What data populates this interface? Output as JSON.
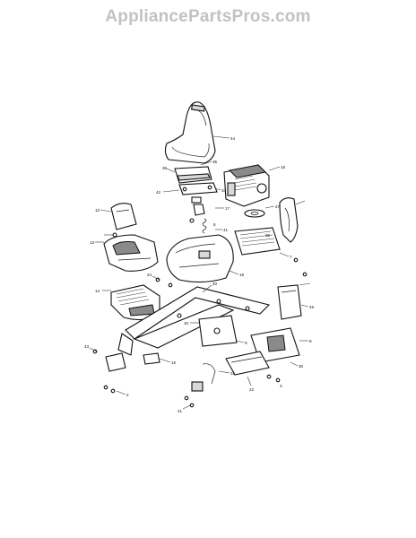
{
  "watermark": "AppliancePartsPros.com",
  "callouts": {
    "c44": "44",
    "c35": "35",
    "c16": "16",
    "c36": "36",
    "c42": "42",
    "c34": "34",
    "c17": "17",
    "c12": "12",
    "c13": "13",
    "c14": "14",
    "c18": "18",
    "c7": "7",
    "c32": "32",
    "c24": "24",
    "c40": "40",
    "c45": "45",
    "c2": "2",
    "c43": "43",
    "c15": "15",
    "c21": "21",
    "c22": "22",
    "c31": "31",
    "c27": "27",
    "c8": "8",
    "c30": "30",
    "c41": "41",
    "c10": "10",
    "c6": "6",
    "c9": "9",
    "c3": "3"
  }
}
